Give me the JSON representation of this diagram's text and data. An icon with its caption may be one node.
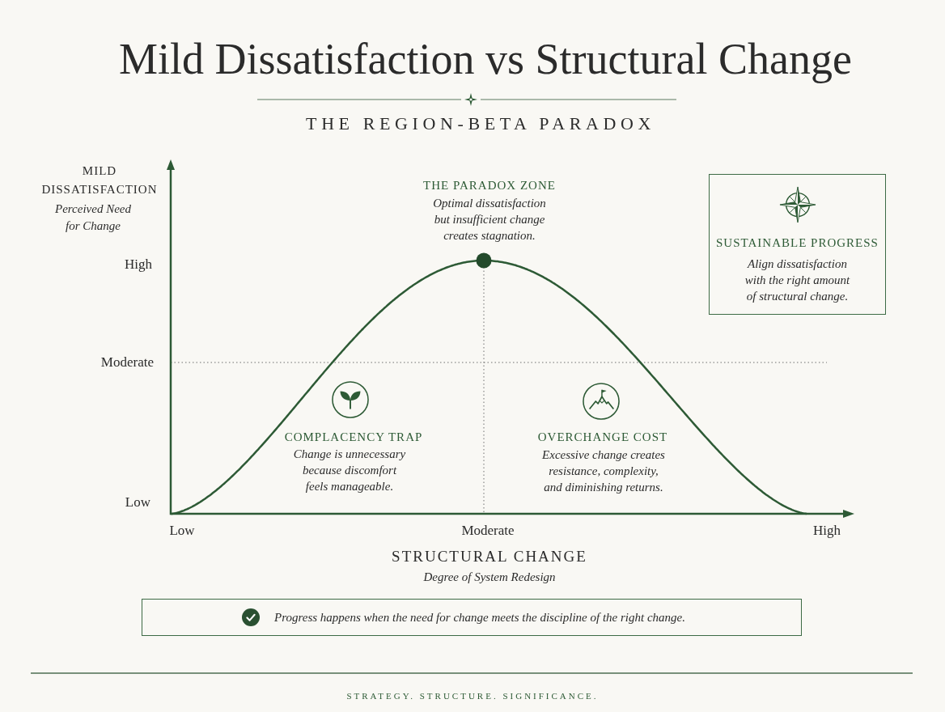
{
  "diagram": {
    "title": "Mild Dissatisfaction vs Structural Change",
    "nodes": [
      {
        "text": [
          "SUSTAINABLE PROGRESS",
          "Align dissatisfaction with the right amount of structural change."
        ]
      },
      {
        "text": [
          "Progress happens when the need for change meets the discipline of the right change."
        ]
      }
    ],
    "labels": [
      "THE REGION-BETA PARADOX",
      "MILD DISSATISFACTION",
      "Perceived Need for Change",
      "THE PARADOX ZONE",
      "Optimal dissatisfaction but insufficient change creates stagnation.",
      "High",
      "Moderate",
      "COMPLACENCY TRAP",
      "Change is unnecessary because discomfort feels manageable.",
      "OVERCHANGE COST",
      "Excessive change creates resistance, complexity, and diminishing returns.",
      "Low",
      "Low",
      "Moderate",
      "High",
      "STRUCTURAL CHANGE",
      "Degree of System Redesign",
      "STRATEGY. STRUCTURE. SIGNIFICANCE."
    ]
  }
}
